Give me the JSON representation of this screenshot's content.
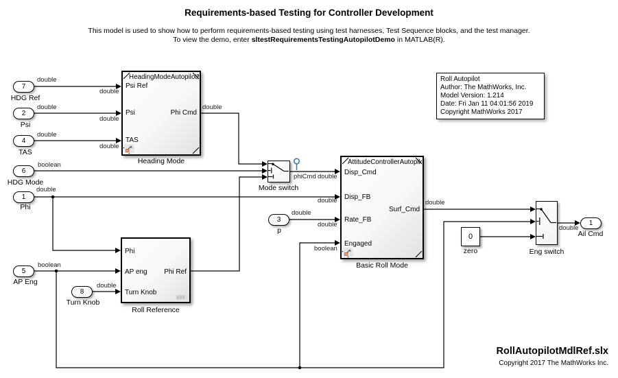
{
  "header": {
    "title": "Requirements-based Testing for Controller Development",
    "line1": "This model is used to show how to perform requirements-based testing using test harnesses, Test Sequence blocks, and the test manager.",
    "line2_pre": "To view the demo, enter ",
    "line2_cmd": "sltestRequirementsTestingAutopilotDemo",
    "line2_post": " in MATLAB(R)."
  },
  "annotation": {
    "line1": "Roll Autopilot",
    "line2": "Author: The MathWorks, Inc.",
    "line3": "Model Version: 1.214",
    "line4": "Date: Fri Jan 11 04:01:56 2019",
    "line5": "Copyright MathWorks 2017"
  },
  "footer": {
    "model_file": "RollAutopilotMdlRef.slx",
    "copyright": "Copyright 2017 The MathWorks Inc."
  },
  "types": {
    "double": "double",
    "boolean": "boolean"
  },
  "signals": {
    "phiCmd": "phiCmd"
  },
  "blocks": {
    "heading_mode": {
      "title": "HeadingModeAutopilotM",
      "label": "Heading Mode",
      "in1": "Psi Ref",
      "in2": "Psi",
      "in3": "TAS",
      "out1": "Phi Cmd"
    },
    "basic_roll_mode": {
      "title": "AttitudeControllerAutopilo",
      "label": "Basic Roll Mode",
      "in1": "Disp_Cmd",
      "in2": "Disp_FB",
      "in3": "Rate_FB",
      "in4": "Engaged",
      "out1": "Surf_Cmd"
    },
    "roll_reference": {
      "label": "Roll Reference",
      "in1": "Phi",
      "in2": "AP eng",
      "in3": "Turn Knob",
      "out1": "Phi Ref"
    },
    "mode_switch": {
      "label": "Mode switch"
    },
    "eng_switch": {
      "label": "Eng switch"
    },
    "zero": {
      "value": "0",
      "label": "zero"
    }
  },
  "ports": {
    "hdg_ref": {
      "num": "7",
      "label": "HDG Ref"
    },
    "psi": {
      "num": "2",
      "label": "Psi"
    },
    "tas": {
      "num": "4",
      "label": "TAS"
    },
    "hdg_mode": {
      "num": "6",
      "label": "HDG Mode"
    },
    "phi": {
      "num": "1",
      "label": "Phi"
    },
    "ap_eng": {
      "num": "5",
      "label": "AP Eng"
    },
    "turn_knob": {
      "num": "8",
      "label": "Turn Knob"
    },
    "p": {
      "num": "3",
      "label": "p"
    },
    "ail_cmd": {
      "num": "1",
      "label": "Ail Cmd"
    }
  },
  "colors": {
    "testpoint_blue": "#3e7ab8",
    "wire": "#000000"
  }
}
